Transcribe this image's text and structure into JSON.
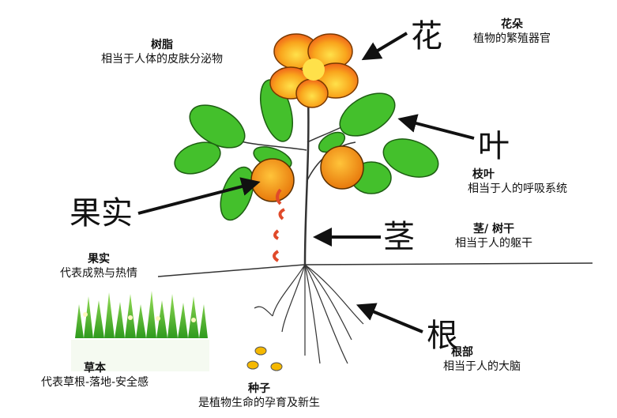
{
  "big_labels": {
    "flower": "花",
    "leaf": "叶",
    "fruit": "果实",
    "stem": "茎",
    "root": "根"
  },
  "annotations": {
    "resin": {
      "title": "树脂",
      "text": "相当于人体的皮肤分泌物"
    },
    "flower": {
      "title": "花朵",
      "text": "植物的繁殖器官"
    },
    "branch_leaf": {
      "title": "枝叶",
      "text": "相当于人的呼吸系统"
    },
    "stem": {
      "title": "茎/ 树干",
      "text": "相当于人的躯干"
    },
    "fruit": {
      "title": "果实",
      "text": "代表成熟与热情"
    },
    "herb": {
      "title": "草本",
      "text": "代表草根-落地-安全感"
    },
    "seed": {
      "title": "种子",
      "text": "是植物生命的孕育及新生"
    },
    "root": {
      "title": "根部",
      "text": "相当于人的大脑"
    }
  },
  "colors": {
    "leaf": "#3fbf2a",
    "flower": "#f7a21b",
    "fruit": "#f39c12",
    "seed": "#f5b800",
    "arrow": "#111111"
  }
}
